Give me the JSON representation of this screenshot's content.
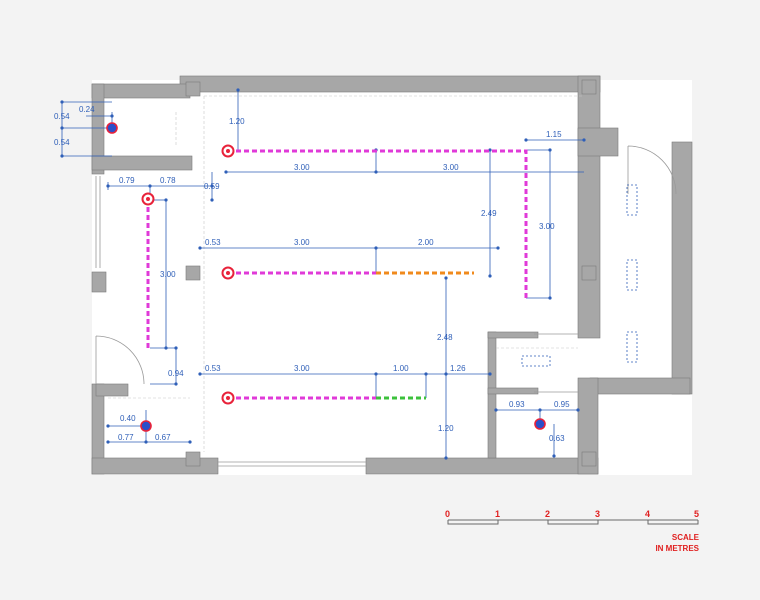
{
  "dimensions": {
    "d_054_a": "0.54",
    "d_024": "0.24",
    "d_054_b": "0.54",
    "d_079": "0.79",
    "d_078": "0.78",
    "d_059": "0.59",
    "d_120_top": "1.20",
    "d_300_r1a": "3.00",
    "d_300_r1b": "3.00",
    "d_115": "1.15",
    "d_249": "2.49",
    "d_300_v_right": "3.00",
    "d_053_r2": "0.53",
    "d_300_r2": "3.00",
    "d_200": "2.00",
    "d_300_v_left": "3.00",
    "d_248": "2.48",
    "d_094": "0.94",
    "d_053_r3": "0.53",
    "d_300_r3": "3.00",
    "d_100": "1.00",
    "d_126": "1.26",
    "d_040": "0.40",
    "d_077": "0.77",
    "d_067": "0.67",
    "d_120_bottom": "1.20",
    "d_093": "0.93",
    "d_095": "0.95",
    "d_063": "0.63"
  },
  "scale": {
    "ticks": [
      "0",
      "1",
      "2",
      "3",
      "4",
      "5"
    ],
    "caption_line1": "SCALE",
    "caption_line2": "IN METRES"
  },
  "colors": {
    "wall": "#a7a7a7",
    "wall_edge": "#7a7a7a",
    "dimension": "#2f5fb8",
    "track_primary": "#e03ad8",
    "track_orange": "#f08a1c",
    "track_green": "#3cc23c",
    "source_marker": "#e8223a",
    "fixture_blue": "#2b4fc9",
    "scale_red": "#e02020"
  }
}
